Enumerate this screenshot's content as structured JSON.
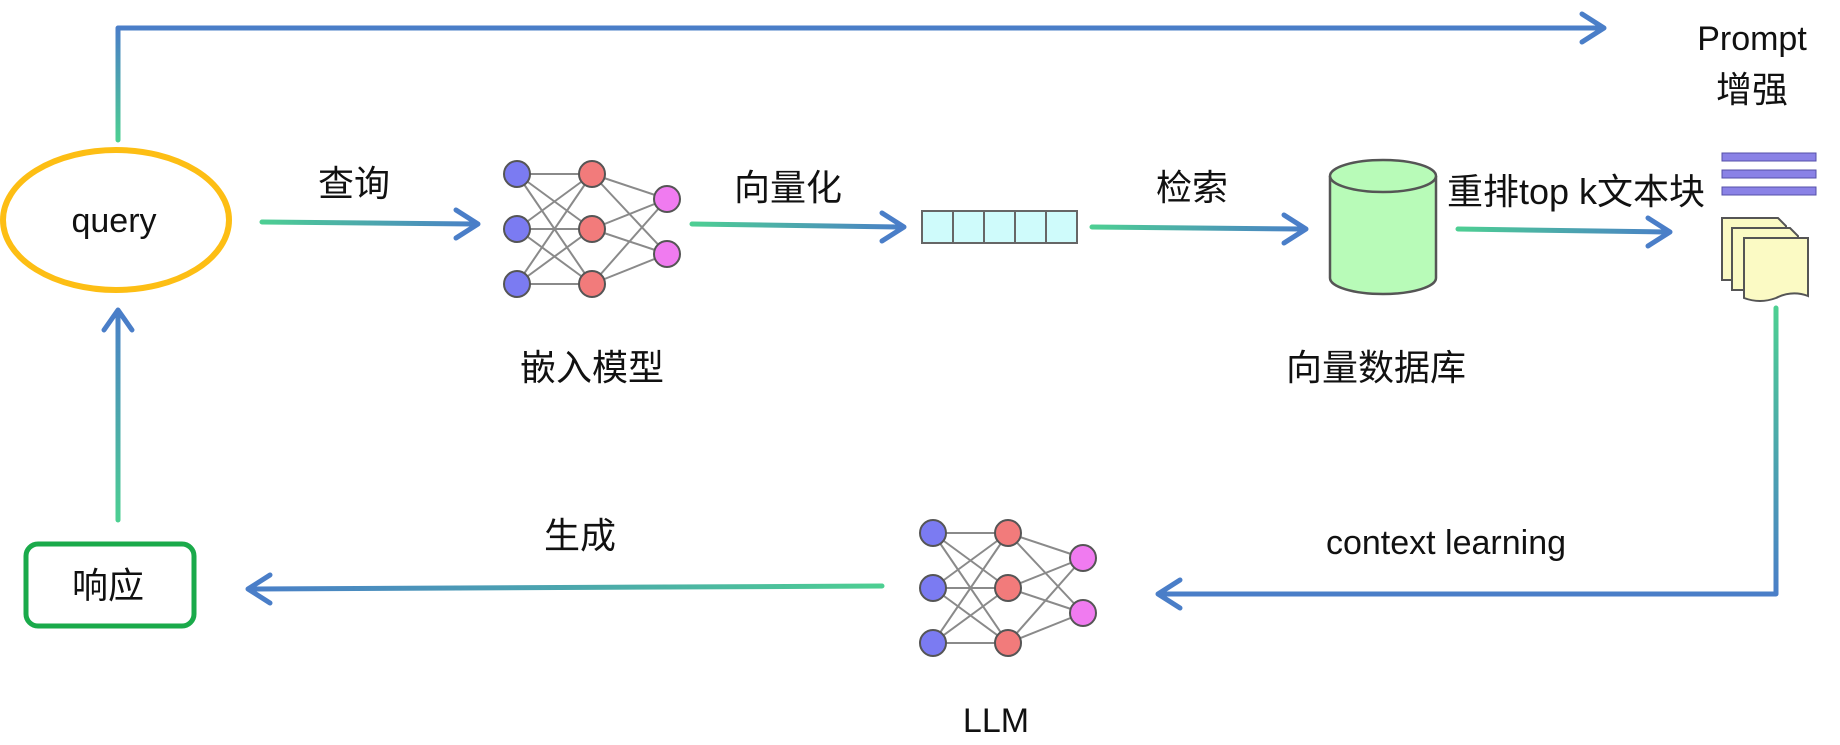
{
  "nodes": {
    "query": {
      "label": "query"
    },
    "response": {
      "label": "响应"
    },
    "embedding_model": {
      "label": "嵌入模型"
    },
    "vector_db": {
      "label": "向量数据库"
    },
    "llm": {
      "label": "LLM"
    },
    "prompt": {
      "label_line1": "Prompt",
      "label_line2": "增强"
    }
  },
  "edges": {
    "query_to_embedding": "查询",
    "embedding_to_vector": "向量化",
    "vector_to_db": "检索",
    "db_to_prompt": "重排top k文本块",
    "prompt_to_llm": "context learning",
    "llm_to_response": "生成"
  },
  "colors": {
    "query_ring": "#FDBE14",
    "response_border": "#1AAA4A",
    "arrow_blue": "#4A7EC8",
    "arrow_green": "#4DCF92",
    "nn_input": "#7B7BF2",
    "nn_hidden": "#F27B7B",
    "nn_output": "#F07BF0",
    "vector_cell": "#CFFBFB",
    "db_fill": "#B8FBB8",
    "doc_fill": "#FBFAC4",
    "prompt_lines": "#8A82E6"
  }
}
